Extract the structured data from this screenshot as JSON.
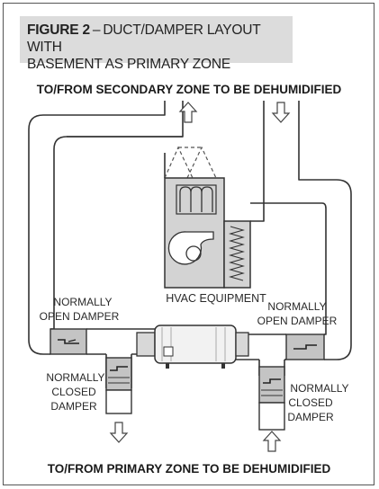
{
  "caption": {
    "figure_label": "FIGURE 2",
    "separator": "–",
    "title_line1": "DUCT/DAMPER LAYOUT WITH",
    "title_line2": "BASEMENT AS PRIMARY ZONE"
  },
  "headings": {
    "top": "TO/FROM SECONDARY ZONE TO BE DEHUMIDIFIED",
    "bottom": "TO/FROM PRIMARY ZONE TO BE DEHUMIDIFIED"
  },
  "labels": {
    "hvac": "HVAC EQUIPMENT",
    "left_open": [
      "NORMALLY",
      "OPEN DAMPER"
    ],
    "right_open": [
      "NORMALLY",
      "OPEN DAMPER"
    ],
    "left_closed": [
      "NORMALLY",
      "CLOSED",
      "DAMPER"
    ],
    "right_closed": [
      "NORMALLY",
      "CLOSED",
      "DAMPER"
    ]
  },
  "colors": {
    "duct_stroke": "#333333",
    "equipment_fill": "#d3d3d3",
    "damper_fill": "#c4c4c4",
    "caption_bg": "#dcdcdc"
  }
}
